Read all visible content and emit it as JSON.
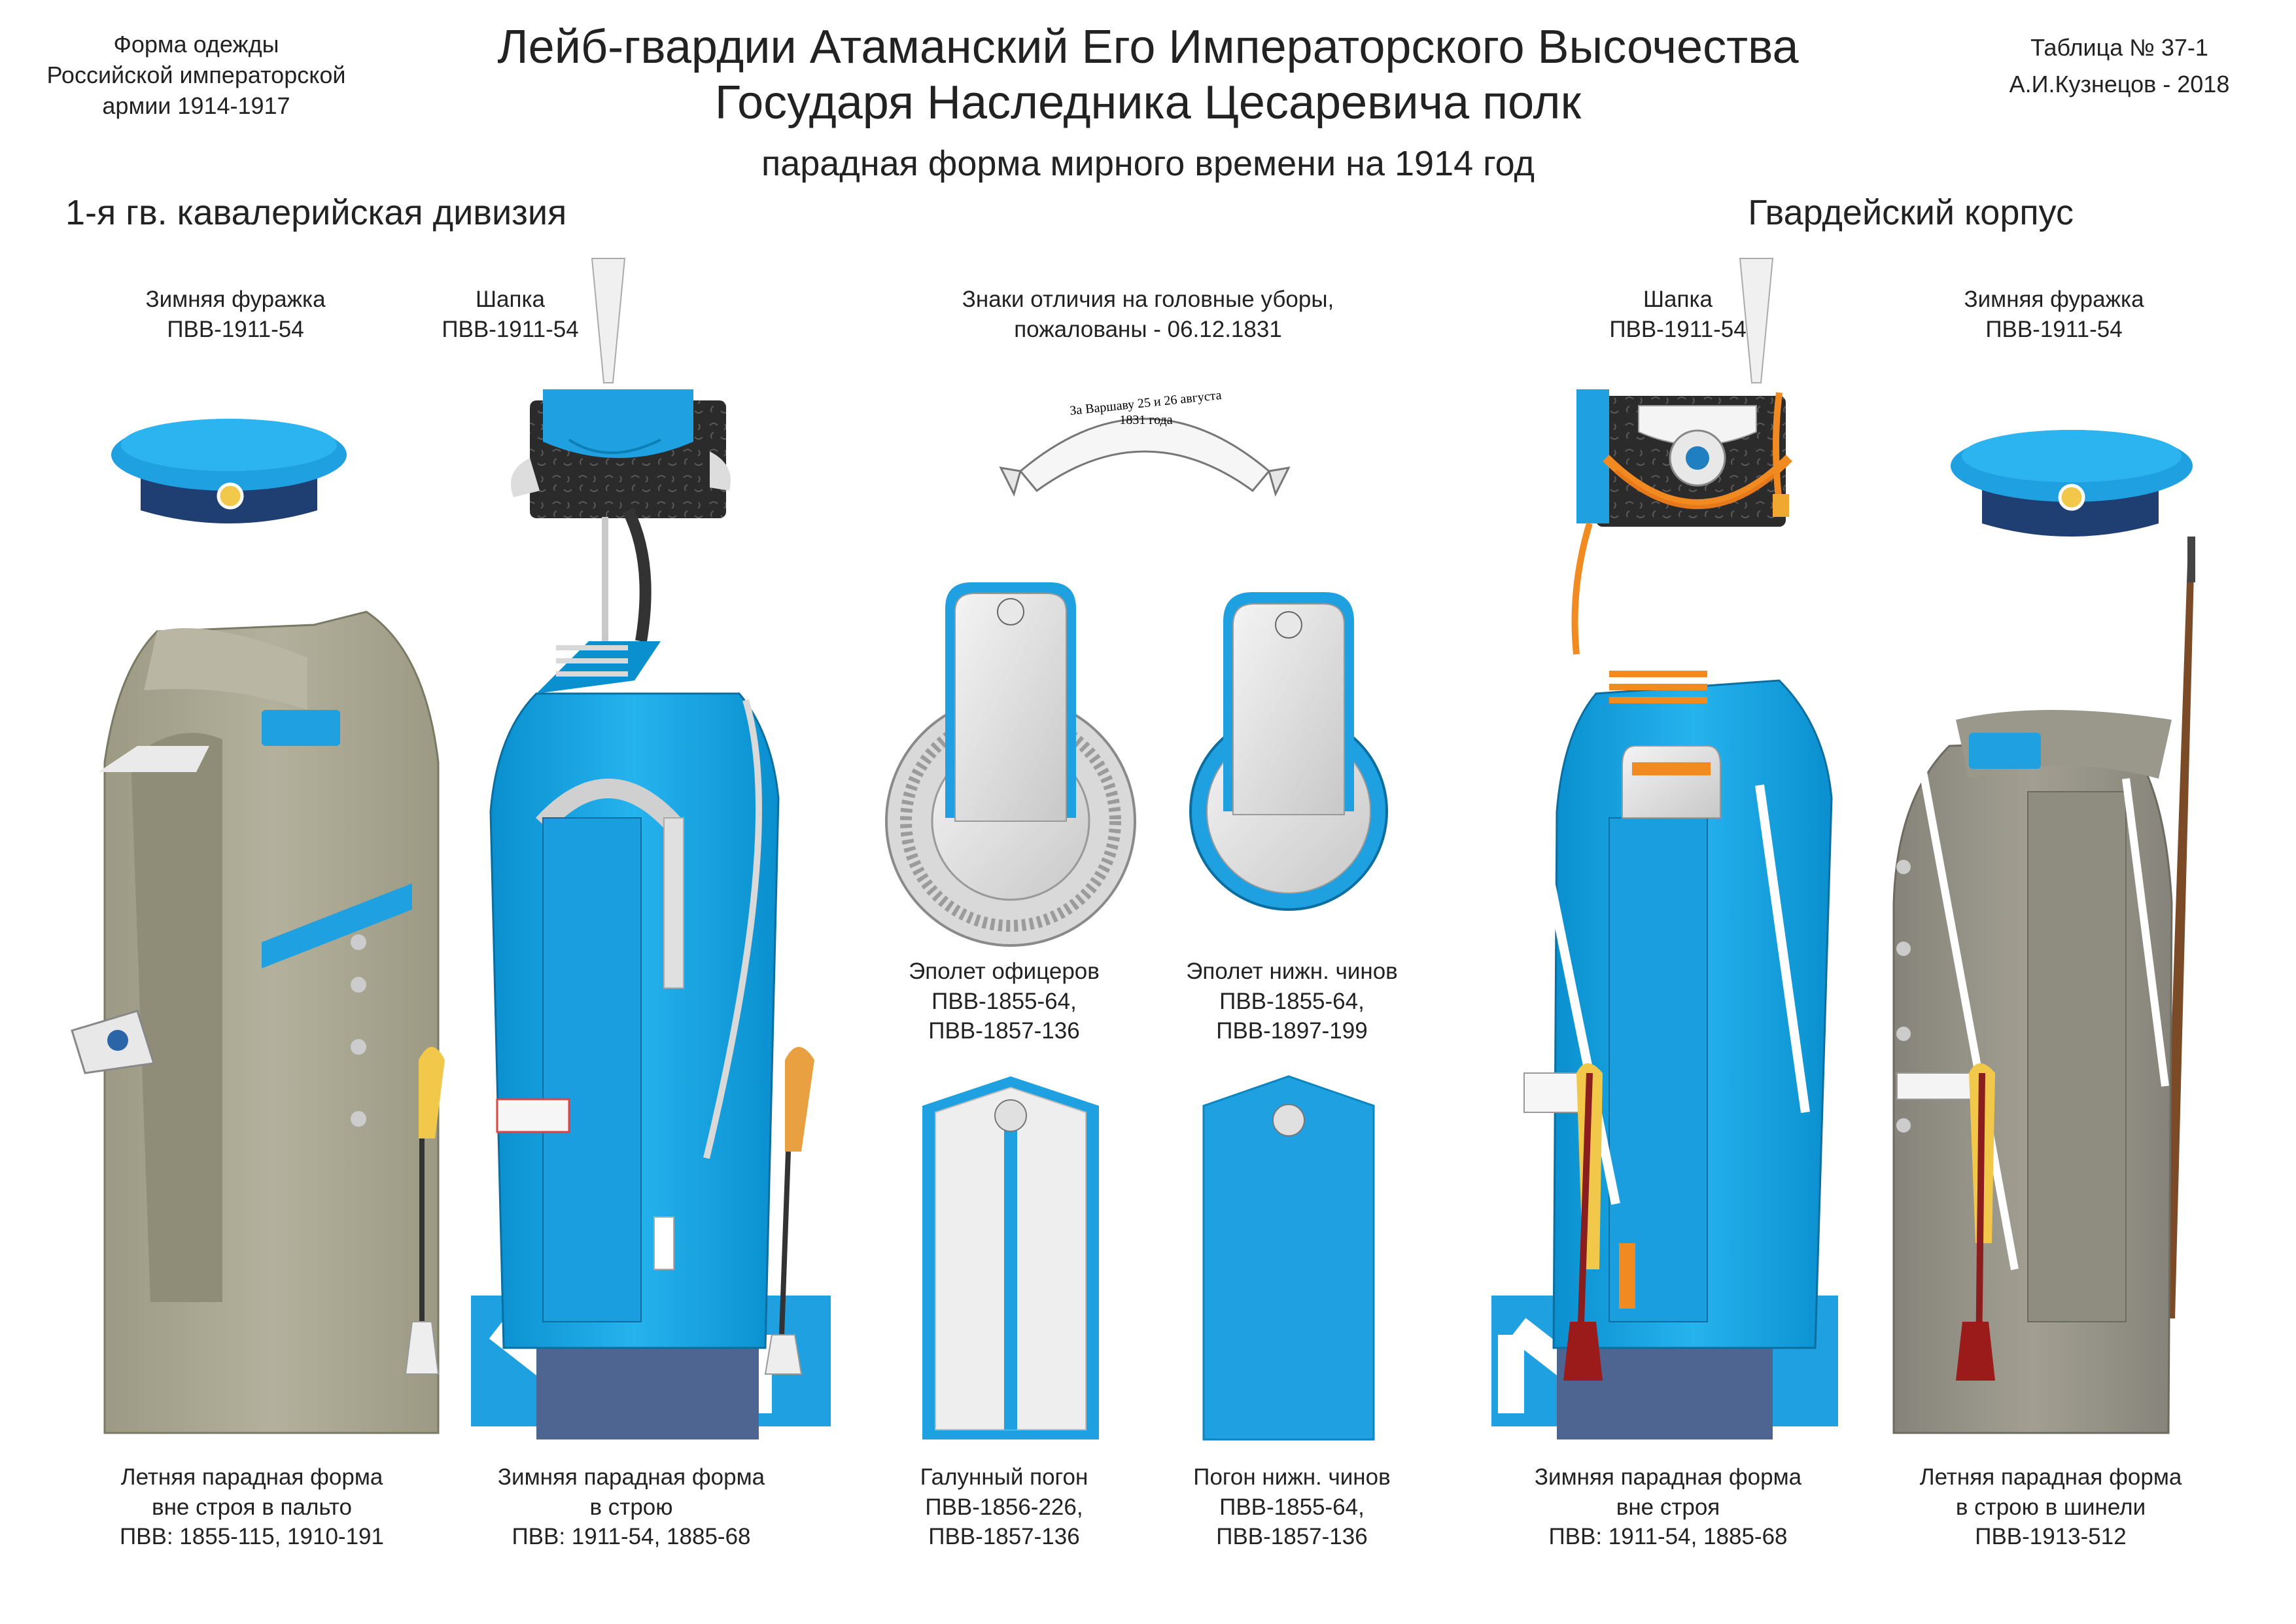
{
  "header": {
    "left": "Форма одежды\nРоссийской императорской\nармии  1914-1917",
    "right": "Таблица № 37-1\nА.И.Кузнецов - 2018",
    "title": "Лейб-гвардии Атаманский Его Императорского Высочества\nГосударя Наследника Цесаревича полк",
    "subtitle": "парадная форма мирного времени на 1914 год",
    "division_left": "1-я гв. кавалерийская дивизия",
    "division_right": "Гвардейский корпус"
  },
  "top_captions": {
    "cap_left": "Зимняя фуражка\nПВВ-1911-54",
    "shapka_left": "Шапка\nПВВ-1911-54",
    "badges": "Знаки отличия на головные уборы,\nпожалованы - 06.12.1831",
    "shapka_right": "Шапка\nПВВ-1911-54",
    "cap_right": "Зимняя фуражка\nПВВ-1911-54"
  },
  "ribbon_text": "За Варшаву 25 и 26 августа\n1831 года",
  "middle_captions": {
    "epaulette_officer": "Эполет офицеров\nПВВ-1855-64,\nПВВ-1857-136",
    "epaulette_lower": "Эполет нижн. чинов\nПВВ-1855-64,\nПВВ-1897-199"
  },
  "bottom_captions": {
    "fig1": "Летняя парадная форма\nвне строя в пальто\nПВВ: 1855-115, 1910-191",
    "fig2": "Зимняя парадная форма\nв строю\nПВВ: 1911-54, 1885-68",
    "shoulder_officer": "Галунный погон\nПВВ-1856-226,\nПВВ-1857-136",
    "shoulder_lower": "Погон нижн. чинов\nПВВ-1855-64,\nПВВ-1857-136",
    "fig3": "Зимняя парадная форма\nвне строя\nПВВ: 1911-54, 1885-68",
    "fig4": "Летняя парадная форма\nв строю в шинели\nПВВ-1913-512"
  },
  "colors": {
    "regiment_blue": "#0fa3e0",
    "cap_band": "#1fa0e0",
    "crown_dark": "#1f3f73",
    "greatcoat": "#a8a590",
    "trousers": "#4f6591",
    "orange": "#f28a22",
    "astrakhan": "#2b2b2b"
  }
}
